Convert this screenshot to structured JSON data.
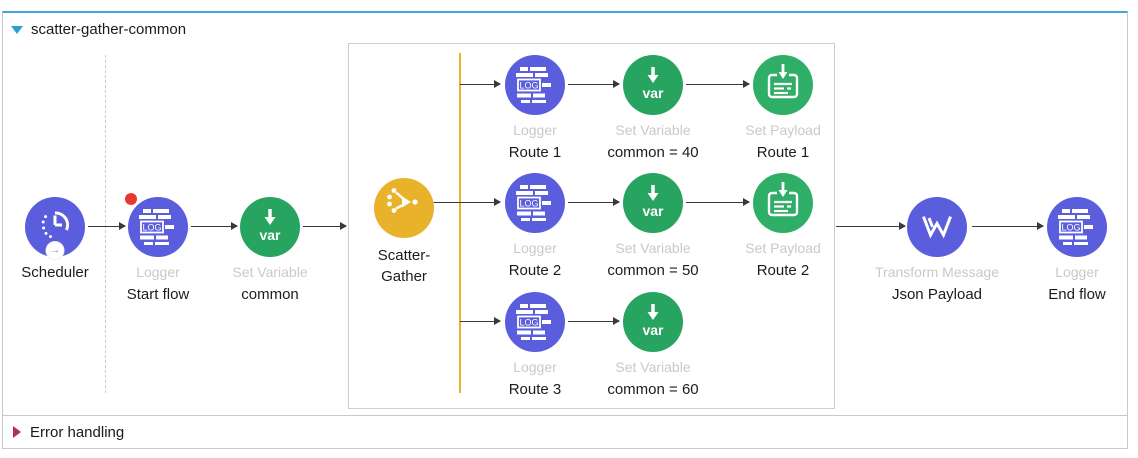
{
  "flow": {
    "title": "scatter-gather-common",
    "nodes": {
      "scheduler": {
        "name": "Scheduler"
      },
      "logger_start": {
        "type": "Logger",
        "name": "Start flow"
      },
      "set_var_common": {
        "type": "Set Variable",
        "name": "common"
      },
      "scatter_gather": {
        "name": "Scatter-Gather"
      },
      "r1_logger": {
        "type": "Logger",
        "name": "Route 1"
      },
      "r1_set_variable": {
        "type": "Set Variable",
        "name": "common = 40"
      },
      "r1_set_payload": {
        "type": "Set Payload",
        "name": "Route 1"
      },
      "r2_logger": {
        "type": "Logger",
        "name": "Route 2"
      },
      "r2_set_variable": {
        "type": "Set Variable",
        "name": "common = 50"
      },
      "r2_set_payload": {
        "type": "Set Payload",
        "name": "Route 2"
      },
      "r3_logger": {
        "type": "Logger",
        "name": "Route 3"
      },
      "r3_set_variable": {
        "type": "Set Variable",
        "name": "common = 60"
      },
      "transform_message": {
        "type": "Transform Message",
        "name": "Json Payload"
      },
      "logger_end": {
        "type": "Logger",
        "name": "End flow"
      }
    },
    "icon_text": {
      "log": "LOG",
      "var": "var",
      "trigger_arrow": "→"
    }
  },
  "error_handling": {
    "label": "Error handling"
  },
  "colors": {
    "accent_blue_border": "#42a3dd",
    "collapse_triangle_blue": "#2b9fd9",
    "processor_purple": "#5a5edd",
    "processor_green": "#27a45f",
    "scatter_gather_gold": "#e9b22b",
    "breakpoint_red": "#e8392e",
    "error_triangle_red": "#b43050",
    "type_label_gray": "#c9c9c9"
  }
}
